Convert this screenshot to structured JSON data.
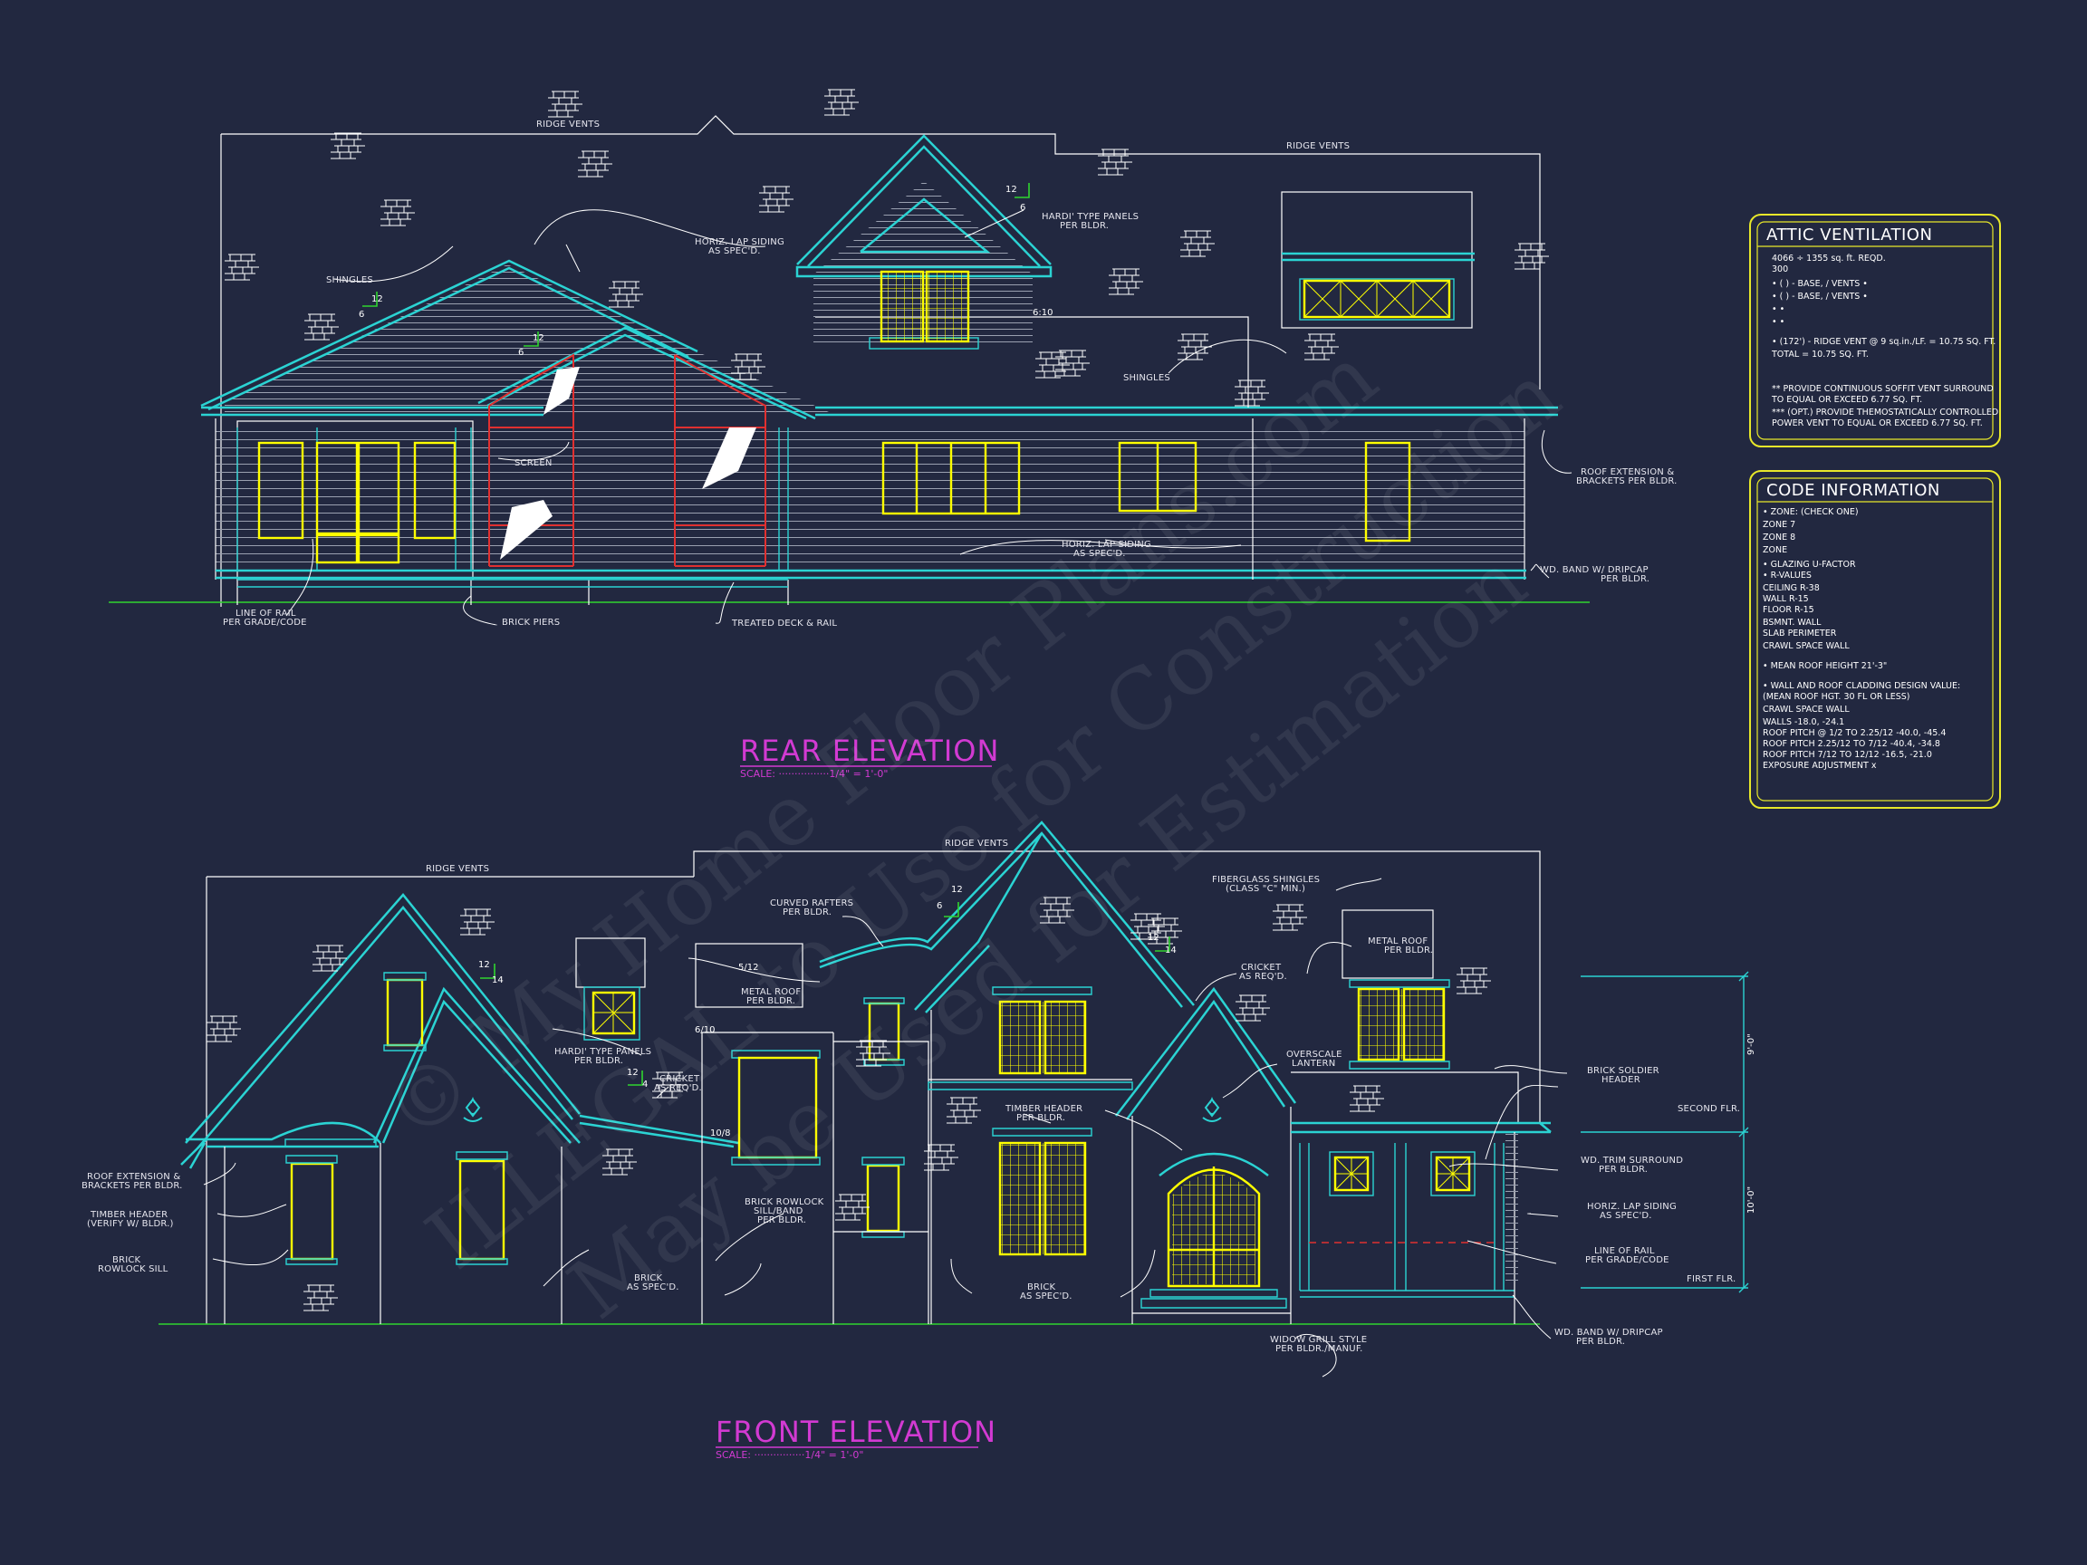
{
  "rear_elevation": {
    "title": "REAR ELEVATION",
    "scale": "SCALE: ················1/4\" = 1'-0\"",
    "labels": {
      "ridge_vents_1": "RIDGE VENTS",
      "ridge_vents_2": "RIDGE VENTS",
      "hardi_panels": [
        "HARDI' TYPE PANELS",
        "PER BLDR."
      ],
      "horiz_lap_siding_top": [
        "HORIZ. LAP SIDING",
        "AS SPEC'D."
      ],
      "shingles_left": "SHINGLES",
      "shingles_right": "SHINGLES",
      "screen": "SCREEN",
      "roof_extension": [
        "ROOF EXTENSION &",
        "BRACKETS PER BLDR."
      ],
      "horiz_lap_siding_bottom": [
        "HORIZ. LAP SIDING",
        "AS SPEC'D."
      ],
      "wd_band": [
        "WD. BAND W/ DRIPCAP",
        "PER BLDR."
      ],
      "line_of_rail": [
        "LINE OF RAIL",
        "PER GRADE/CODE"
      ],
      "brick_piers": "BRICK PIERS",
      "treated_deck": "TREATED DECK & RAIL"
    },
    "pitches": [
      "12",
      "6",
      "12",
      "6",
      "12",
      "6",
      "6:10"
    ]
  },
  "front_elevation": {
    "title": "FRONT ELEVATION",
    "scale": "SCALE: ················1/4\" = 1'-0\"",
    "labels": {
      "ridge_vents_1": "RIDGE VENTS",
      "ridge_vents_2": "RIDGE VENTS",
      "curved_rafters": [
        "CURVED RAFTERS",
        "PER BLDR."
      ],
      "fiberglass_shingles": [
        "FIBERGLASS SHINGLES",
        "(CLASS \"C\" MIN.)"
      ],
      "metal_roof_left": [
        "METAL ROOF",
        "PER BLDR."
      ],
      "metal_roof_right": [
        "METAL ROOF",
        "PER BLDR."
      ],
      "cricket_left": [
        "CRICKET",
        "AS REQ'D."
      ],
      "cricket_right": [
        "CRICKET",
        "AS REQ'D."
      ],
      "hardi_panels": [
        "HARDI' TYPE PANELS",
        "PER BLDR."
      ],
      "overscale_lantern": [
        "OVERSCALE",
        "LANTERN"
      ],
      "brick_soldier": [
        "BRICK SOLDIER",
        "HEADER"
      ],
      "timber_header_center": [
        "TIMBER HEADER",
        "PER BLDR."
      ],
      "roof_extension": [
        "ROOF EXTENSION &",
        "BRACKETS PER BLDR."
      ],
      "timber_header_left": [
        "TIMBER HEADER",
        "(VERIFY W/ BLDR.)"
      ],
      "brick_rowlock_sill": [
        "BRICK",
        "ROWLOCK SILL"
      ],
      "brick_rowlock_band": [
        "BRICK ROWLOCK",
        "SILL/BAND",
        "PER BLDR."
      ],
      "brick_left": [
        "BRICK",
        "AS SPEC'D."
      ],
      "brick_center": [
        "BRICK",
        "AS SPEC'D."
      ],
      "wd_trim_surround": [
        "WD. TRIM SURROUND",
        "PER BLDR."
      ],
      "horiz_lap_siding": [
        "HORIZ. LAP SIDING",
        "AS SPEC'D."
      ],
      "line_of_rail": [
        "LINE OF RAIL",
        "PER GRADE/CODE"
      ],
      "wd_band": [
        "WD. BAND W/ DRIPCAP",
        "PER BLDR."
      ],
      "widow_grill": [
        "WIDOW GRILL STYLE",
        "PER BLDR./MANUF."
      ],
      "second_flr": "SECOND FLR.",
      "first_flr": "FIRST FLR.",
      "dim_upper": "9'-0\"",
      "dim_lower": "10'-0\""
    },
    "pitches": [
      "12",
      "6",
      "12",
      "14",
      "5/12",
      "6/10",
      "12",
      "14",
      "12",
      "4",
      "10/8"
    ]
  },
  "attic_ventilation": {
    "title": "ATTIC VENTILATION",
    "lines": [
      "4066 ÷ 1355 sq. ft. REQD.",
      "300",
      "• (    ) -          BASE,    /    VENTS    •",
      "• (    ) -          BASE,    /    VENTS    •",
      "•                                                    •",
      "•                                                    •",
      "• (172') - RIDGE VENT @ 9 sq.in./LF.   = 10.75 SQ. FT.",
      "                                   TOTAL   = 10.75 SQ. FT.",
      "** PROVIDE CONTINUOUS SOFFIT VENT SURROUND",
      "    TO EQUAL OR EXCEED  6.77 SQ. FT.",
      "*** (OPT.) PROVIDE THEMOSTATICALLY CONTROLLED",
      "    POWER VENT TO EQUAL OR EXCEED 6.77 SQ. FT."
    ]
  },
  "code_information": {
    "title": "CODE INFORMATION",
    "lines": [
      "• ZONE: (CHECK ONE)",
      "      ZONE 7",
      "      ZONE 8",
      "      ZONE",
      "• GLAZING U-FACTOR",
      "• R-VALUES",
      "      CEILING                  R-38",
      "      WALL                      R-15",
      "      FLOOR                    R-15",
      "      BSMNT. WALL",
      "      SLAB PERIMETER",
      "      CRAWL SPACE WALL",
      "• MEAN ROOF HEIGHT    21'-3\"",
      "• WALL AND ROOF CLADDING DESIGN VALUE:",
      "  (MEAN ROOF HGT. 30 FL OR LESS)",
      "      CRAWL SPACE WALL",
      "      WALLS                           -18.0, -24.1",
      "      ROOF PITCH @ 1/2 TO 2.25/12    -40.0, -45.4",
      "      ROOF PITCH 2.25/12 TO 7/12     -40.4, -34.8",
      "      ROOF PITCH 7/12 TO 12/12       -16.5, -21.0",
      "      EXPOSURE ADJUSTMENT               x"
    ]
  },
  "watermark": {
    "line1": "© My Home Floor Plans.com",
    "line2": "ILLEGAL to Use for Construction",
    "line3": "May be Used for Estimation"
  },
  "colors": {
    "background": "#222840",
    "roof_trim": "#2bd3d3",
    "windows": "#ffff00",
    "titles": "#d23ad2",
    "screen": "#e03030",
    "grade": "#2fd42f",
    "lines": "#ffffff"
  }
}
